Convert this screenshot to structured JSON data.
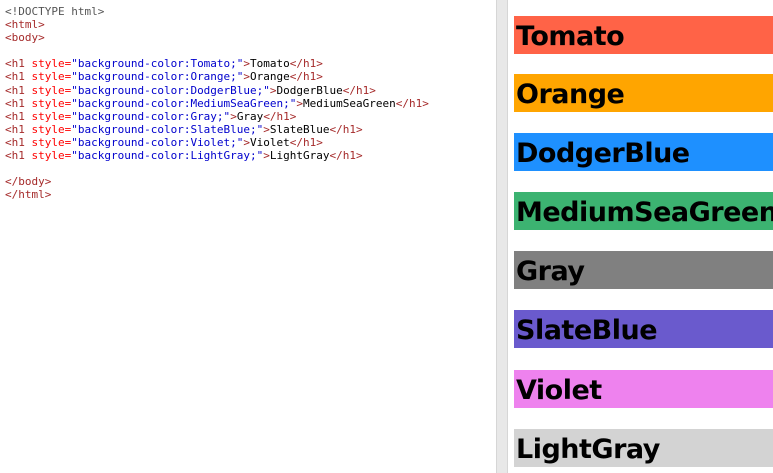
{
  "editor": {
    "lines": [
      {
        "kind": "doctype",
        "text": "<!DOCTYPE html>"
      },
      {
        "kind": "tag",
        "text": "<html>"
      },
      {
        "kind": "tag",
        "text": "<body>"
      },
      {
        "kind": "blank",
        "text": ""
      },
      {
        "kind": "h1",
        "open": "<h1",
        "attr": " style=",
        "value": "\"background-color:Tomato;\"",
        "close": ">",
        "content": "Tomato",
        "end": "</h1>"
      },
      {
        "kind": "h1",
        "open": "<h1",
        "attr": " style=",
        "value": "\"background-color:Orange;\"",
        "close": ">",
        "content": "Orange",
        "end": "</h1>"
      },
      {
        "kind": "h1",
        "open": "<h1",
        "attr": " style=",
        "value": "\"background-color:DodgerBlue;\"",
        "close": ">",
        "content": "DodgerBlue",
        "end": "</h1>"
      },
      {
        "kind": "h1",
        "open": "<h1",
        "attr": " style=",
        "value": "\"background-color:MediumSeaGreen;\"",
        "close": ">",
        "content": "MediumSeaGreen",
        "end": "</h1>"
      },
      {
        "kind": "h1",
        "open": "<h1",
        "attr": " style=",
        "value": "\"background-color:Gray;\"",
        "close": ">",
        "content": "Gray",
        "end": "</h1>"
      },
      {
        "kind": "h1",
        "open": "<h1",
        "attr": " style=",
        "value": "\"background-color:SlateBlue;\"",
        "close": ">",
        "content": "SlateBlue",
        "end": "</h1>"
      },
      {
        "kind": "h1",
        "open": "<h1",
        "attr": " style=",
        "value": "\"background-color:Violet;\"",
        "close": ">",
        "content": "Violet",
        "end": "</h1>"
      },
      {
        "kind": "h1",
        "open": "<h1",
        "attr": " style=",
        "value": "\"background-color:LightGray;\"",
        "close": ">",
        "content": "LightGray",
        "end": "</h1>"
      },
      {
        "kind": "blank",
        "text": ""
      },
      {
        "kind": "tag",
        "text": "</body>"
      },
      {
        "kind": "tag",
        "text": "</html>"
      }
    ]
  },
  "result": {
    "headings": [
      {
        "label": "Tomato",
        "color": "#ff6347"
      },
      {
        "label": "Orange",
        "color": "#ffa500"
      },
      {
        "label": "DodgerBlue",
        "color": "#1e90ff"
      },
      {
        "label": "MediumSeaGreen",
        "color": "#3cb371"
      },
      {
        "label": "Gray",
        "color": "#808080"
      },
      {
        "label": "SlateBlue",
        "color": "#6a5acd"
      },
      {
        "label": "Violet",
        "color": "#ee82ee"
      },
      {
        "label": "LightGray",
        "color": "#d3d3d3"
      }
    ]
  }
}
